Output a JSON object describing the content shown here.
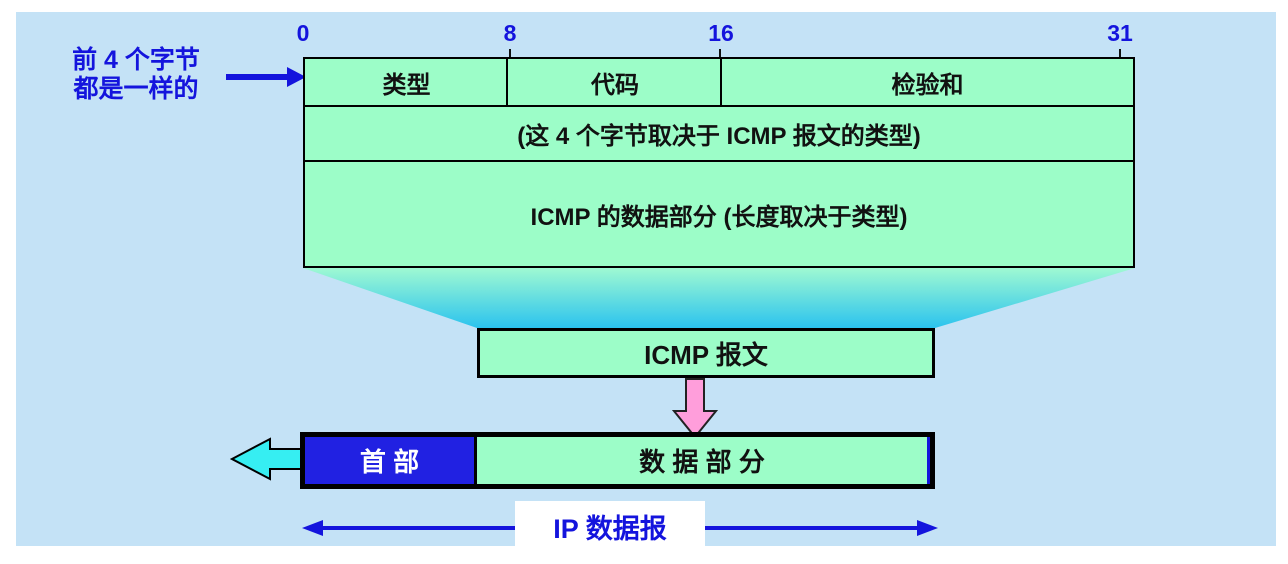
{
  "colors": {
    "panel_bg": "#c4e2f6",
    "cell_green": "#9cfdc8",
    "text_blue": "#1414dd",
    "ip_header_blue": "#2121e2",
    "funnel_top": "#9ff9d2",
    "funnel_bottom": "#2bc3ee",
    "pink_arrow": "#ff9edb",
    "cyan_arrow": "#36eef2",
    "border_black": "#000000"
  },
  "annotation": {
    "line1": "前 4 个字节",
    "line2": "都是一样的"
  },
  "bit_labels": [
    "0",
    "8",
    "16",
    "31"
  ],
  "header_table": {
    "type_label": "类型",
    "code_label": "代码",
    "checksum_label": "检验和",
    "depends_row": "(这 4 个字节取决于 ICMP 报文的类型)",
    "data_row": "ICMP 的数据部分 (长度取决于类型)"
  },
  "icmp_box": {
    "label": "ICMP 报文"
  },
  "ip_datagram": {
    "header_label": "首 部",
    "data_label": "数 据 部 分",
    "caption": "IP 数据报"
  }
}
